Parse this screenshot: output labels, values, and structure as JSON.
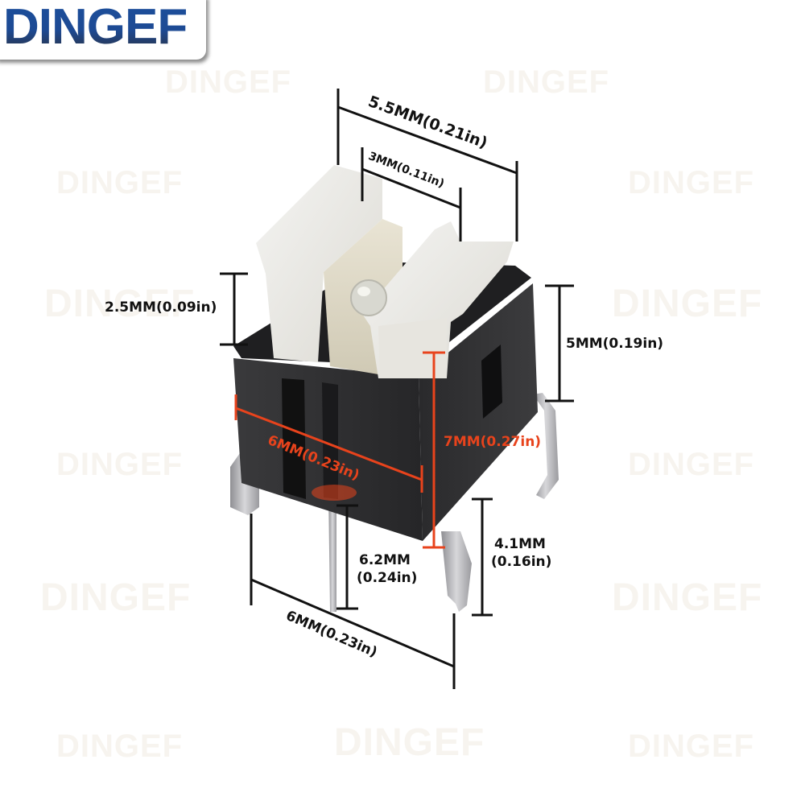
{
  "brand": {
    "logo_text": "DINGEF",
    "logo_color": "#1c4f9c"
  },
  "watermark": {
    "text": "DINGEF",
    "color": "#f7f4ef"
  },
  "product": {
    "description": "6x6 illuminated tactile push button switch with LED, 4 pins",
    "body_color": "#2b2b2d",
    "cap_color": "#eeedea",
    "pin_color": "#b8b8bb"
  },
  "colors": {
    "dimension_black": "#111111",
    "dimension_red": "#e8431c",
    "background": "#ffffff"
  },
  "dimensions": {
    "cap_width": {
      "label": "5.5MM(0.21in)",
      "mm": 5.5,
      "in": 0.21
    },
    "cap_slot": {
      "label": "3MM(0.11in)",
      "mm": 3,
      "in": 0.11
    },
    "cap_height": {
      "label": "2.5MM(0.09in)",
      "mm": 2.5,
      "in": 0.09
    },
    "body_height": {
      "label": "5MM(0.19in)",
      "mm": 5,
      "in": 0.19
    },
    "body_width_front": {
      "label": "6MM(0.23in)",
      "mm": 6,
      "in": 0.23,
      "color": "red"
    },
    "total_height": {
      "label": "7MM(0.27in)",
      "mm": 7,
      "in": 0.27,
      "color": "red"
    },
    "pin_length_long": {
      "label_mm": "6.2MM",
      "label_in": "(0.24in)",
      "mm": 6.2,
      "in": 0.24
    },
    "pin_length_short": {
      "label_mm": "4.1MM",
      "label_in": "(0.16in)",
      "mm": 4.1,
      "in": 0.16
    },
    "pin_spacing": {
      "label": "6MM(0.23in)",
      "mm": 6,
      "in": 0.23
    }
  }
}
